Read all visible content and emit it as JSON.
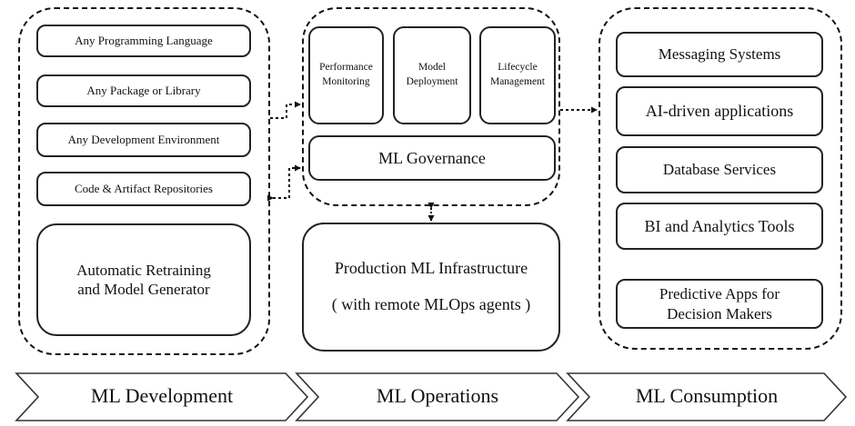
{
  "development": {
    "items": [
      "Any Programming Language",
      "Any Package or Library",
      "Any Development Environment",
      "Code & Artifact Repositories"
    ],
    "retraining": {
      "line1": "Automatic Retraining",
      "line2": "and Model Generator"
    }
  },
  "operations": {
    "performance": {
      "line1": "Performance",
      "line2": "Monitoring"
    },
    "deployment": {
      "line1": "Model",
      "line2": "Deployment"
    },
    "lifecycle": {
      "line1": "Lifecycle",
      "line2": "Management"
    },
    "governance": "ML Governance",
    "infrastructure": {
      "line1": "Production ML Infrastructure",
      "line2": "( with remote MLOps agents )"
    }
  },
  "consumption": {
    "messaging": "Messaging Systems",
    "ai_apps": "AI-driven applications",
    "database": "Database Services",
    "bi_tools": "BI and Analytics Tools",
    "predictive": {
      "line1": "Predictive Apps for",
      "line2": "Decision Makers"
    }
  },
  "phases": [
    "ML Development",
    "ML Operations",
    "ML Consumption"
  ]
}
